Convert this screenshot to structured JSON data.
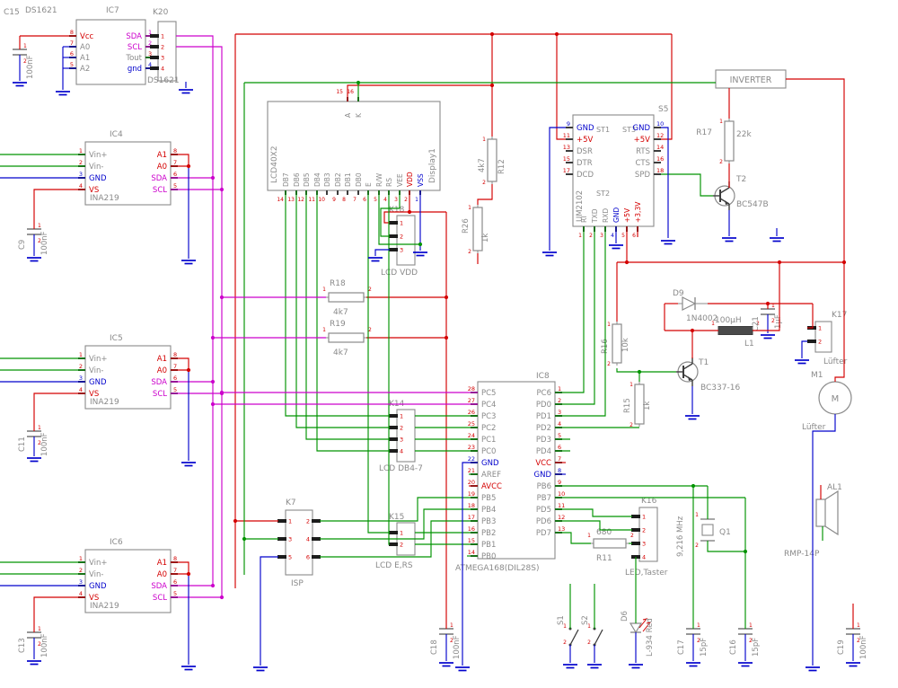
{
  "colors": {
    "red": "#d40000",
    "green": "#009300",
    "blue": "#0202cc",
    "magenta": "#cc00cc",
    "gray": "#8a8a8a",
    "dark": "#3c3c3c",
    "black": "#1c1c1c",
    "background": "#ffffff"
  },
  "common": {
    "pin1": "1",
    "pin2": "2"
  },
  "parts": {
    "C15": {
      "label": "C15",
      "value": "100nF"
    },
    "C9": {
      "label": "C9",
      "value": "100nF"
    },
    "C11": {
      "label": "C11",
      "value": "100nF"
    },
    "C13": {
      "label": "C13",
      "value": "100nF"
    },
    "C18": {
      "label": "C18",
      "value": "100nF"
    },
    "C17": {
      "label": "C17",
      "value": "15pF"
    },
    "C16": {
      "label": "C16",
      "value": "15pF"
    },
    "C19": {
      "label": "C19",
      "value": "100nF"
    },
    "C21": {
      "label": "C21",
      "value": "1µF"
    },
    "IC7": {
      "label": "IC7",
      "device_top": "DS1621",
      "device_bottom": "DS1621",
      "left": [
        [
          "Vcc",
          "8",
          "r",
          "r"
        ],
        [
          "A0",
          "7",
          "g",
          "r"
        ],
        [
          "A1",
          "6",
          "g",
          "r"
        ],
        [
          "A2",
          "5",
          "g",
          "r"
        ]
      ],
      "right": [
        [
          "SDA",
          "1",
          "m",
          "m"
        ],
        [
          "SCL",
          "2",
          "m",
          "m"
        ],
        [
          "Tout",
          "3",
          "g",
          "r"
        ],
        [
          "gnd",
          "4",
          "b",
          "b"
        ]
      ]
    },
    "K20": {
      "label": "K20",
      "pins": [
        "1",
        "2",
        "3",
        "4"
      ]
    },
    "IC4": {
      "label": "IC4",
      "device": "INA219",
      "left": [
        [
          "Vin+",
          "1",
          "g",
          "r"
        ],
        [
          "Vin-",
          "2",
          "g",
          "r"
        ],
        [
          "GND",
          "3",
          "b",
          "b"
        ],
        [
          "VS",
          "4",
          "r",
          "r"
        ]
      ],
      "right": [
        [
          "A1",
          "8",
          "r",
          "r"
        ],
        [
          "A0",
          "7",
          "r",
          "r"
        ],
        [
          "SDA",
          "6",
          "m",
          "r"
        ],
        [
          "SCL",
          "5",
          "m",
          "r"
        ]
      ]
    },
    "IC5": {
      "label": "IC5",
      "device": "INA219",
      "left": [
        [
          "Vin+",
          "1",
          "g",
          "r"
        ],
        [
          "Vin-",
          "2",
          "g",
          "r"
        ],
        [
          "GND",
          "3",
          "b",
          "b"
        ],
        [
          "VS",
          "4",
          "r",
          "r"
        ]
      ],
      "right": [
        [
          "A1",
          "8",
          "r",
          "r"
        ],
        [
          "A0",
          "7",
          "r",
          "r"
        ],
        [
          "SDA",
          "6",
          "m",
          "r"
        ],
        [
          "SCL",
          "5",
          "m",
          "r"
        ]
      ]
    },
    "IC6": {
      "label": "IC6",
      "device": "INA219",
      "left": [
        [
          "Vin+",
          "1",
          "g",
          "r"
        ],
        [
          "Vin-",
          "2",
          "g",
          "r"
        ],
        [
          "GND",
          "3",
          "b",
          "b"
        ],
        [
          "VS",
          "4",
          "r",
          "r"
        ]
      ],
      "right": [
        [
          "A1",
          "8",
          "r",
          "r"
        ],
        [
          "A0",
          "7",
          "r",
          "r"
        ],
        [
          "SDA",
          "6",
          "m",
          "r"
        ],
        [
          "SCL",
          "5",
          "m",
          "r"
        ]
      ]
    },
    "DISPLAY1": {
      "name": "Display1",
      "device": "LCD40X2",
      "top": [
        [
          "A",
          "15"
        ],
        [
          "K",
          "16"
        ]
      ],
      "bottom": [
        [
          "DB7",
          "14",
          "g"
        ],
        [
          "DB6",
          "13",
          "g"
        ],
        [
          "DB5",
          "12",
          "g"
        ],
        [
          "DB4",
          "11",
          "g"
        ],
        [
          "DB3",
          "10",
          "g"
        ],
        [
          "DB2",
          "9",
          "g"
        ],
        [
          "DB1",
          "8",
          "g"
        ],
        [
          "DB0",
          "7",
          "g"
        ],
        [
          "E",
          "6",
          "g"
        ],
        [
          "R/W",
          "5",
          "g"
        ],
        [
          "RS",
          "4",
          "g"
        ],
        [
          "VEE",
          "3",
          "g"
        ],
        [
          "VDD",
          "2",
          "r"
        ],
        [
          "VSS",
          "1",
          "b"
        ]
      ]
    },
    "R12": {
      "label": "R12",
      "value": "4k7"
    },
    "R26": {
      "label": "R26",
      "value": "1k"
    },
    "R18": {
      "label": "R18",
      "value": "4k7"
    },
    "R19": {
      "label": "R19",
      "value": "4k7"
    },
    "R17": {
      "label": "R17",
      "value": "22k"
    },
    "R16": {
      "label": "R16",
      "value": "10k"
    },
    "R15": {
      "label": "R15",
      "value": "1k"
    },
    "R11": {
      "label": "R11",
      "value": "680"
    },
    "K18": {
      "label": "K18",
      "sub": "LCD VDD",
      "pins": [
        "1",
        "2",
        "3"
      ]
    },
    "K14": {
      "label": "K14",
      "sub": "LCD DB4-7",
      "pins": [
        "1",
        "2",
        "3",
        "4"
      ]
    },
    "K15": {
      "label": "K15",
      "sub": "LCD E,RS",
      "pins": [
        "1",
        "2"
      ]
    },
    "K16": {
      "label": "K16",
      "sub": "LED,Taster",
      "pins": [
        "1",
        "2",
        "3",
        "4"
      ]
    },
    "K17": {
      "label": "K17",
      "sub": "Lüfter",
      "pins": [
        "1",
        "2"
      ]
    },
    "K7": {
      "label": "K7",
      "sub": "ISP",
      "pins_left": [
        "1",
        "3",
        "5"
      ],
      "pins_right": [
        "2",
        "4",
        "6"
      ]
    },
    "S5": {
      "label": "S5",
      "device": "UM2102",
      "header_top_1": "ST1",
      "header_top_2": "ST3",
      "header_bottom": "ST2",
      "left": [
        [
          "GND",
          "9",
          "b",
          "b"
        ],
        [
          "+5V",
          "11",
          "r",
          "r"
        ],
        [
          "DSR",
          "13",
          "g",
          "r"
        ],
        [
          "DTR",
          "15",
          "g",
          "r"
        ],
        [
          "DCD",
          "17",
          "g",
          "r"
        ]
      ],
      "right": [
        [
          "GND",
          "10",
          "b",
          "b"
        ],
        [
          "+5V",
          "12",
          "r",
          "r"
        ],
        [
          "RTS",
          "14",
          "g",
          "r"
        ],
        [
          "CTS",
          "16",
          "g",
          "r"
        ],
        [
          "SPD",
          "18",
          "g",
          "r"
        ]
      ],
      "bottom": [
        [
          "RI",
          "1",
          "g"
        ],
        [
          "TXD",
          "2",
          "g"
        ],
        [
          "RXD",
          "3",
          "g"
        ],
        [
          "GND",
          "4",
          "b"
        ],
        [
          "+5V",
          "5",
          "r"
        ],
        [
          "+3,3V",
          "6",
          "r"
        ]
      ]
    },
    "IC8": {
      "label": "IC8",
      "device": "ATMEGA168(DIL28S)",
      "left": [
        [
          "PC5",
          "28",
          "g",
          "r"
        ],
        [
          "PC4",
          "27",
          "g",
          "r"
        ],
        [
          "PC3",
          "26",
          "g",
          "r"
        ],
        [
          "PC2",
          "25",
          "g",
          "r"
        ],
        [
          "PC1",
          "24",
          "g",
          "r"
        ],
        [
          "PC0",
          "23",
          "g",
          "r"
        ],
        [
          "GND",
          "22",
          "b",
          "b"
        ],
        [
          "AREF",
          "21",
          "g",
          "r"
        ],
        [
          "AVCC",
          "20",
          "r",
          "r"
        ],
        [
          "PB5",
          "19",
          "g",
          "r"
        ],
        [
          "PB4",
          "18",
          "g",
          "r"
        ],
        [
          "PB3",
          "17",
          "g",
          "r"
        ],
        [
          "PB2",
          "16",
          "g",
          "r"
        ],
        [
          "PB1",
          "15",
          "g",
          "r"
        ],
        [
          "PB0",
          "14",
          "g",
          "r"
        ]
      ],
      "right": [
        [
          "PC6",
          "1",
          "g",
          "r"
        ],
        [
          "PD0",
          "2",
          "g",
          "r"
        ],
        [
          "PD1",
          "3",
          "g",
          "r"
        ],
        [
          "PD2",
          "4",
          "g",
          "r"
        ],
        [
          "PD3",
          "5",
          "g",
          "r"
        ],
        [
          "PD4",
          "6",
          "g",
          "r"
        ],
        [
          "VCC",
          "7",
          "r",
          "r"
        ],
        [
          "GND",
          "8",
          "b",
          "b"
        ],
        [
          "PB6",
          "9",
          "g",
          "r"
        ],
        [
          "PB7",
          "10",
          "g",
          "r"
        ],
        [
          "PD5",
          "11",
          "g",
          "r"
        ],
        [
          "PD6",
          "12",
          "g",
          "r"
        ],
        [
          "PD7",
          "13",
          "g",
          "r"
        ]
      ]
    },
    "T2": {
      "label": "T2",
      "device": "BC547B"
    },
    "T1": {
      "label": "T1",
      "device": "BC337-16"
    },
    "D9": {
      "label": "D9",
      "device": "1N4002"
    },
    "D6": {
      "label": "D6",
      "device": "L-934 Red"
    },
    "Q1": {
      "label": "Q1",
      "value": "9,216 MHz"
    },
    "L1": {
      "label": "L1",
      "value": "100µH"
    },
    "M1": {
      "label": "M1",
      "sub": "Lüfter",
      "symbol": "M"
    },
    "AL1": {
      "label": "AL1",
      "device": "RMP-14P"
    },
    "S1": {
      "label": "S1"
    },
    "S2": {
      "label": "S2"
    },
    "INV": {
      "label": "INVERTER"
    }
  }
}
